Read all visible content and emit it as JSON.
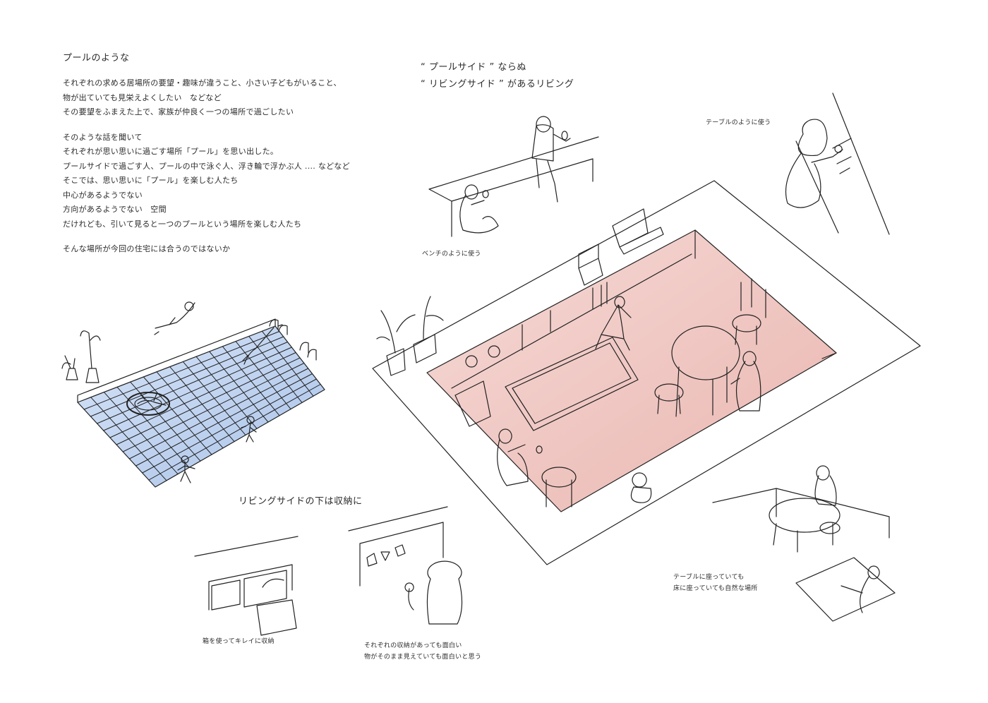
{
  "left_text": {
    "title": "プールのような",
    "lines": [
      "それぞれの求める居場所の要望・趣味が違うこと、小さい子どもがいること、",
      "物が出ていても見栄えよくしたい　などなど",
      "その要望をふまえた上で、家族が仲良く一つの場所で過ごしたい",
      "",
      "そのような話を聞いて",
      "それぞれが思い思いに過ごす場所「プール」を思い出した。",
      "プールサイドで過ごす人、プールの中で泳ぐ人、浮き輪で浮かぶ人 .... などなど",
      "そこでは、思い思いに「プール」を楽しむ人たち",
      "中心があるようでない",
      "方向があるようでない　空間",
      "だけれども、引いて見ると一つのプールという場所を楽しむ人たち",
      "",
      "そんな場所が今回の住宅には合うのではないか"
    ]
  },
  "headline": {
    "line1": "“ プールサイド ” ならぬ",
    "line2": "“ リビングサイド ” があるリビング"
  },
  "captions": {
    "bench": "ベンチのように使う",
    "table_use": "テーブルのように使う",
    "storage_title": "リビングサイドの下は収納に",
    "box": "箱を使ってキレイに収納",
    "display_1": "それぞれの収納があっても面白い",
    "display_2": "物がそのまま見えていても面白いと思う",
    "sitting_1": "テーブルに座っていても",
    "sitting_2": "床に座っていても自然な場所"
  },
  "colors": {
    "pool_water": "#a9c3ea",
    "living_floor": "#e9b3ad",
    "ink": "#222222"
  }
}
